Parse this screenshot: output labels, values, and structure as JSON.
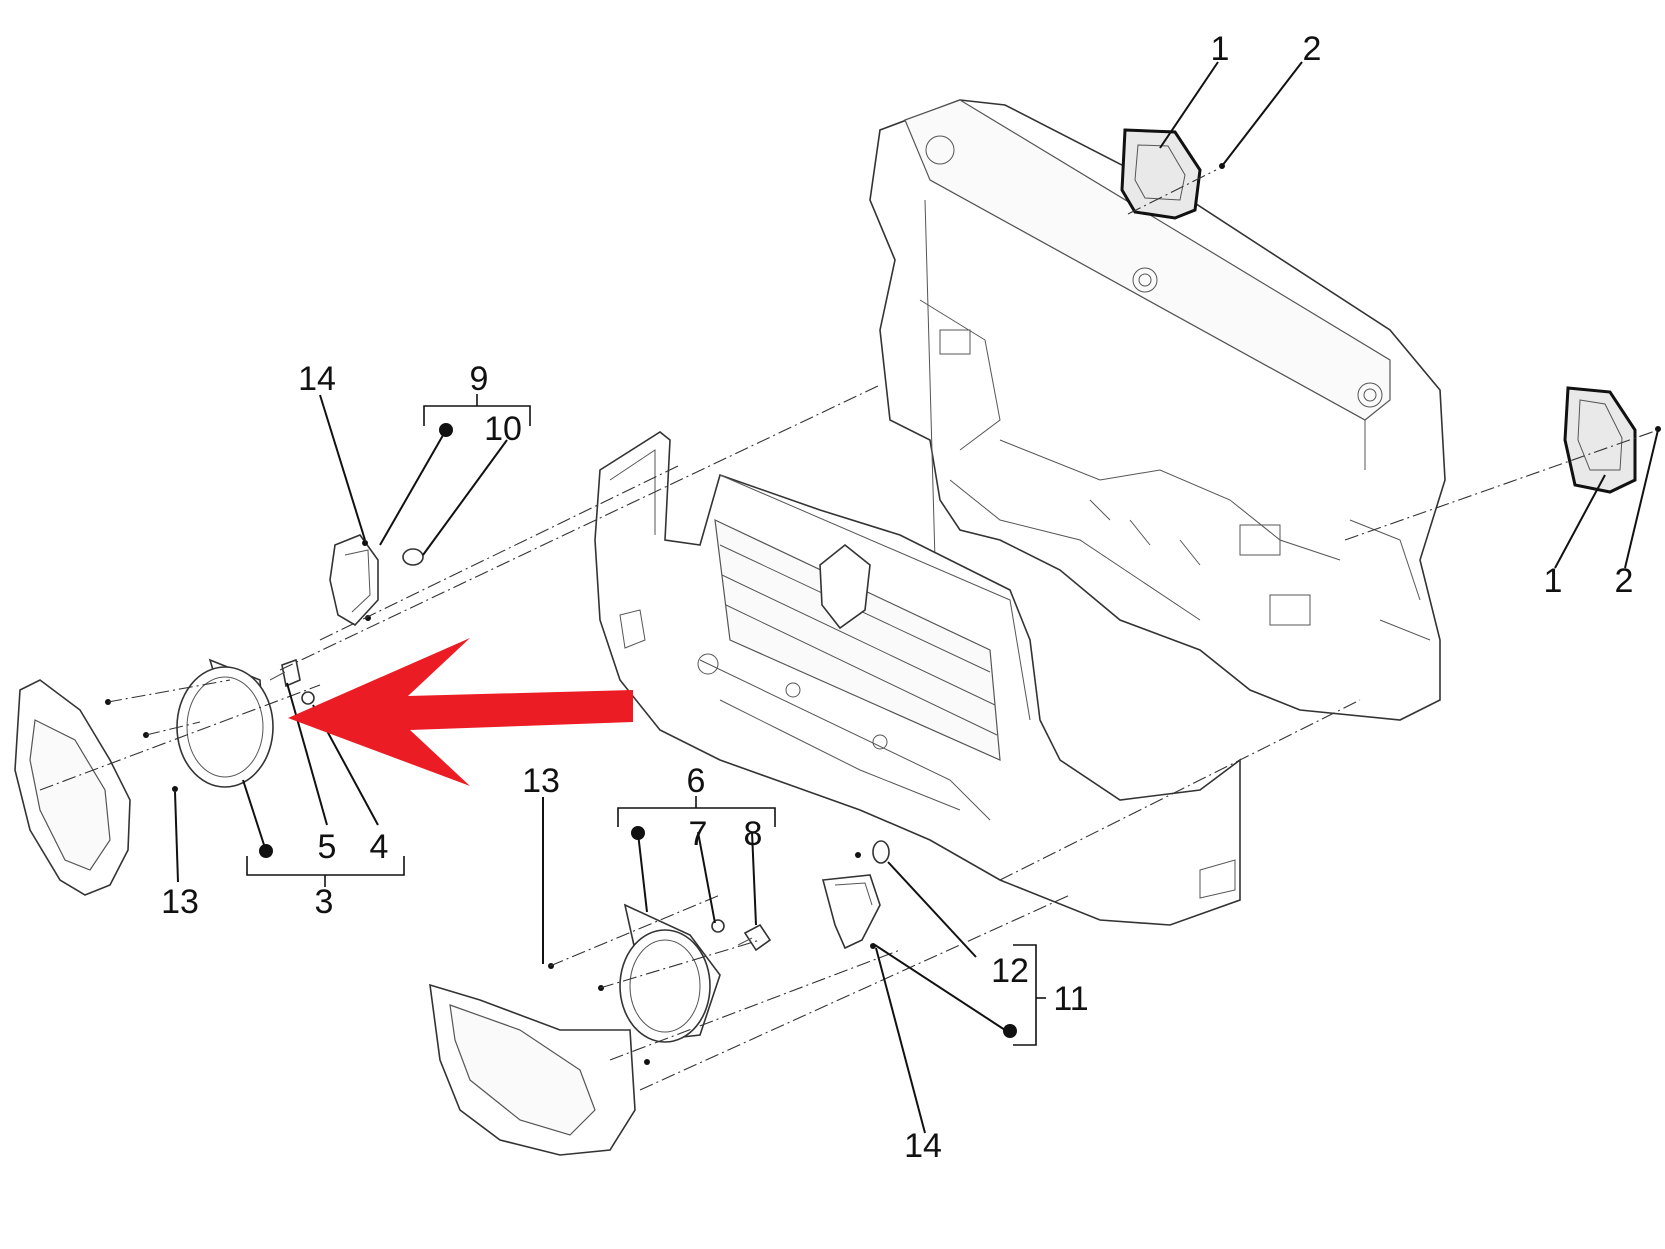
{
  "labels": {
    "l1a": "1",
    "l2a": "2",
    "l1b": "1",
    "l2b": "2",
    "l14a": "14",
    "l9": "9",
    "l10": "10",
    "l5": "5",
    "l4": "4",
    "l3": "3",
    "l13a": "13",
    "l13b": "13",
    "l6": "6",
    "l7": "7",
    "l8": "8",
    "l12": "12",
    "l11": "11",
    "l14b": "14"
  },
  "highlight": {
    "color": "#ec1c24",
    "target_part": "5"
  }
}
